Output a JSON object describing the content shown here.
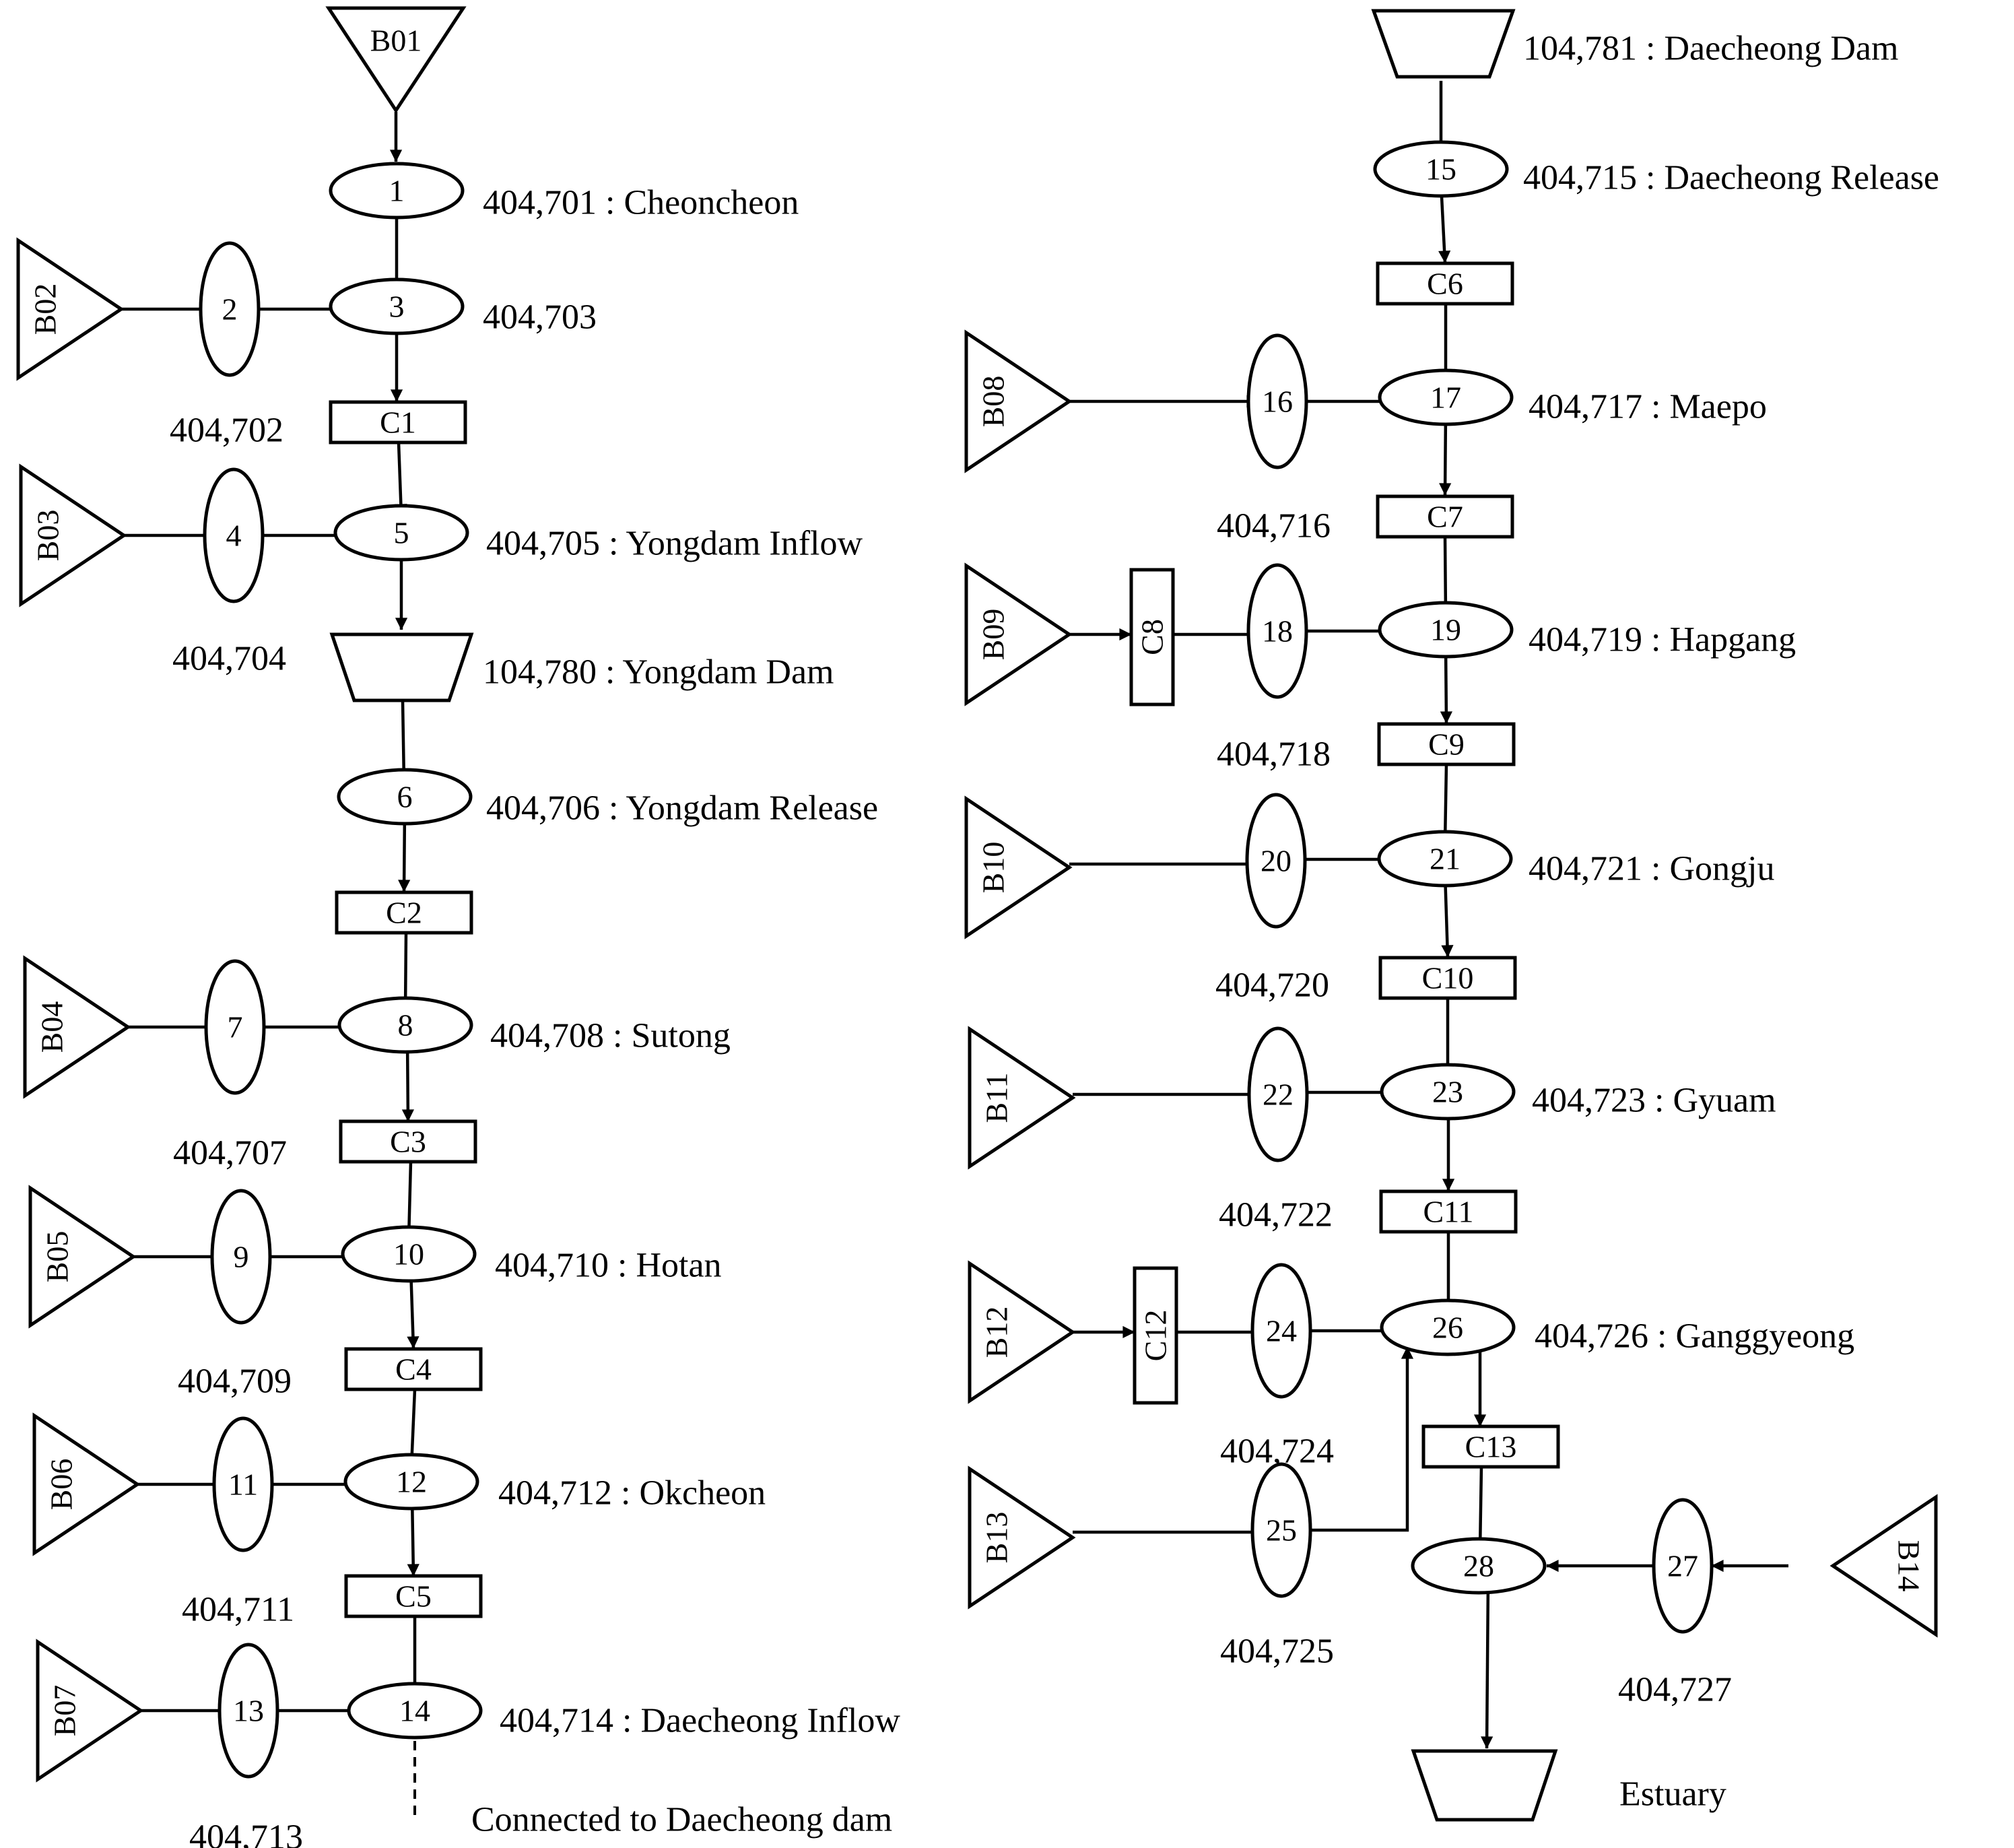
{
  "basins": [
    {
      "id": "B01",
      "label": "B01",
      "dir": "down"
    },
    {
      "id": "B02",
      "label": "B02",
      "dir": "right"
    },
    {
      "id": "B03",
      "label": "B03",
      "dir": "right"
    },
    {
      "id": "B04",
      "label": "B04",
      "dir": "right"
    },
    {
      "id": "B05",
      "label": "B05",
      "dir": "right"
    },
    {
      "id": "B06",
      "label": "B06",
      "dir": "right"
    },
    {
      "id": "B07",
      "label": "B07",
      "dir": "right"
    },
    {
      "id": "B08",
      "label": "B08",
      "dir": "right"
    },
    {
      "id": "B09",
      "label": "B09",
      "dir": "right"
    },
    {
      "id": "B10",
      "label": "B10",
      "dir": "right"
    },
    {
      "id": "B11",
      "label": "B11",
      "dir": "right"
    },
    {
      "id": "B12",
      "label": "B12",
      "dir": "right"
    },
    {
      "id": "B13",
      "label": "B13",
      "dir": "right"
    },
    {
      "id": "B14",
      "label": "B14",
      "dir": "left"
    }
  ],
  "nodes": [
    {
      "id": "n1",
      "label": "1"
    },
    {
      "id": "n2",
      "label": "2"
    },
    {
      "id": "n3",
      "label": "3"
    },
    {
      "id": "n4",
      "label": "4"
    },
    {
      "id": "n5",
      "label": "5"
    },
    {
      "id": "n6",
      "label": "6"
    },
    {
      "id": "n7",
      "label": "7"
    },
    {
      "id": "n8",
      "label": "8"
    },
    {
      "id": "n9",
      "label": "9"
    },
    {
      "id": "n10",
      "label": "10"
    },
    {
      "id": "n11",
      "label": "11"
    },
    {
      "id": "n12",
      "label": "12"
    },
    {
      "id": "n13",
      "label": "13"
    },
    {
      "id": "n14",
      "label": "14"
    },
    {
      "id": "n15",
      "label": "15"
    },
    {
      "id": "n16",
      "label": "16"
    },
    {
      "id": "n17",
      "label": "17"
    },
    {
      "id": "n18",
      "label": "18"
    },
    {
      "id": "n19",
      "label": "19"
    },
    {
      "id": "n20",
      "label": "20"
    },
    {
      "id": "n21",
      "label": "21"
    },
    {
      "id": "n22",
      "label": "22"
    },
    {
      "id": "n23",
      "label": "23"
    },
    {
      "id": "n24",
      "label": "24"
    },
    {
      "id": "n25",
      "label": "25"
    },
    {
      "id": "n26",
      "label": "26"
    },
    {
      "id": "n27",
      "label": "27"
    },
    {
      "id": "n28",
      "label": "28"
    }
  ],
  "channels": [
    {
      "id": "C1",
      "label": "C1"
    },
    {
      "id": "C2",
      "label": "C2"
    },
    {
      "id": "C3",
      "label": "C3"
    },
    {
      "id": "C4",
      "label": "C4"
    },
    {
      "id": "C5",
      "label": "C5"
    },
    {
      "id": "C6",
      "label": "C6"
    },
    {
      "id": "C7",
      "label": "C7"
    },
    {
      "id": "C8",
      "label": "C8"
    },
    {
      "id": "C9",
      "label": "C9"
    },
    {
      "id": "C10",
      "label": "C10"
    },
    {
      "id": "C11",
      "label": "C11"
    },
    {
      "id": "C12",
      "label": "C12"
    },
    {
      "id": "C13",
      "label": "C13"
    }
  ],
  "reservoirs": [
    {
      "id": "R1",
      "label": ""
    },
    {
      "id": "R2",
      "label": ""
    },
    {
      "id": "R3",
      "label": ""
    }
  ],
  "captions": [
    {
      "id": "cap1",
      "text": "404,701 : Cheoncheon"
    },
    {
      "id": "cap3",
      "text": "404,703"
    },
    {
      "id": "cap2",
      "text": "404,702"
    },
    {
      "id": "cap5",
      "text": "404,705 : Yongdam Inflow"
    },
    {
      "id": "cap4",
      "text": "404,704"
    },
    {
      "id": "capR1",
      "text": "104,780 : Yongdam Dam"
    },
    {
      "id": "cap6",
      "text": "404,706 : Yongdam Release"
    },
    {
      "id": "cap8",
      "text": "404,708 : Sutong"
    },
    {
      "id": "cap7",
      "text": "404,707"
    },
    {
      "id": "cap10",
      "text": "404,710 : Hotan"
    },
    {
      "id": "cap9",
      "text": "404,709"
    },
    {
      "id": "cap12",
      "text": "404,712 : Okcheon"
    },
    {
      "id": "cap11",
      "text": "404,711"
    },
    {
      "id": "cap14",
      "text": "404,714 : Daecheong Inflow"
    },
    {
      "id": "cap13",
      "text": "404,713"
    },
    {
      "id": "capConn",
      "text": "Connected to Daecheong dam"
    },
    {
      "id": "capR2",
      "text": "104,781 : Daecheong Dam"
    },
    {
      "id": "cap15",
      "text": "404,715 : Daecheong Release"
    },
    {
      "id": "cap17",
      "text": "404,717 : Maepo"
    },
    {
      "id": "cap16",
      "text": "404,716"
    },
    {
      "id": "cap19",
      "text": "404,719 : Hapgang"
    },
    {
      "id": "cap18",
      "text": "404,718"
    },
    {
      "id": "cap21",
      "text": "404,721 : Gongju"
    },
    {
      "id": "cap20",
      "text": "404,720"
    },
    {
      "id": "cap23",
      "text": "404,723 : Gyuam"
    },
    {
      "id": "cap22",
      "text": "404,722"
    },
    {
      "id": "cap26",
      "text": "404,726 : Ganggyeong"
    },
    {
      "id": "cap24",
      "text": "404,724"
    },
    {
      "id": "cap25",
      "text": "404,725"
    },
    {
      "id": "cap27",
      "text": "404,727"
    },
    {
      "id": "capEst",
      "text": "Estuary"
    }
  ]
}
